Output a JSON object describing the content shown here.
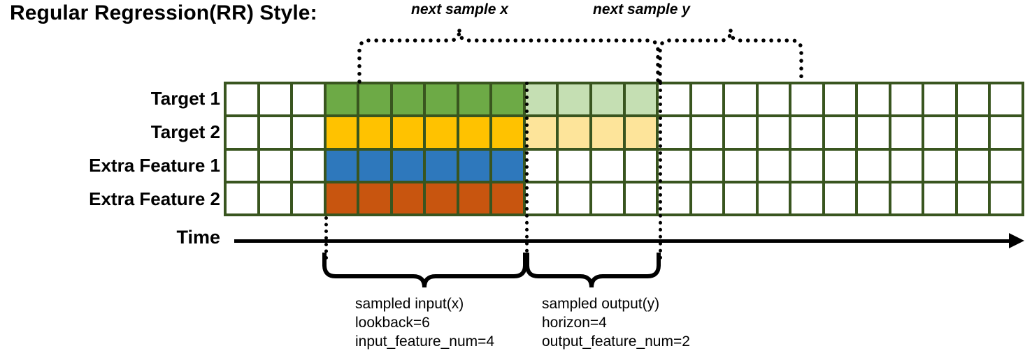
{
  "title": "Regular Regression(RR) Style:",
  "row_labels": [
    {
      "name": "Target 1",
      "color": "#6DAA46",
      "light_color": "#C5DFB3"
    },
    {
      "name": "Target 2",
      "color": "#FFC200",
      "light_color": "#FDE49A"
    },
    {
      "name": "Extra Feature 1",
      "color": "#2E78BC",
      "light_color": null
    },
    {
      "name": "Extra Feature 2",
      "color": "#C8550F",
      "light_color": null
    }
  ],
  "axis": {
    "label": "Time"
  },
  "top_braces": [
    {
      "label": "next sample x"
    },
    {
      "label": "next sample y"
    }
  ],
  "bottom_annotations": [
    {
      "line1": "sampled input(x)",
      "line2": "lookback=6",
      "line3": "input_feature_num=4"
    },
    {
      "line1": "sampled output(y)",
      "line2": "horizon=4",
      "line3": "output_feature_num=2"
    }
  ],
  "grid": {
    "columns": 24,
    "rows": 4,
    "border_color": "#39551F",
    "input_start_col": 3,
    "input_end_col": 9,
    "output_start_col": 9,
    "output_end_col": 13,
    "cells": [
      [
        "#ffffff",
        "#ffffff",
        "#ffffff",
        "#6DAA46",
        "#6DAA46",
        "#6DAA46",
        "#6DAA46",
        "#6DAA46",
        "#6DAA46",
        "#C5DFB3",
        "#C5DFB3",
        "#C5DFB3",
        "#C5DFB3",
        "#ffffff",
        "#ffffff",
        "#ffffff",
        "#ffffff",
        "#ffffff",
        "#ffffff",
        "#ffffff",
        "#ffffff",
        "#ffffff",
        "#ffffff",
        "#ffffff"
      ],
      [
        "#ffffff",
        "#ffffff",
        "#ffffff",
        "#FFC200",
        "#FFC200",
        "#FFC200",
        "#FFC200",
        "#FFC200",
        "#FFC200",
        "#FDE49A",
        "#FDE49A",
        "#FDE49A",
        "#FDE49A",
        "#ffffff",
        "#ffffff",
        "#ffffff",
        "#ffffff",
        "#ffffff",
        "#ffffff",
        "#ffffff",
        "#ffffff",
        "#ffffff",
        "#ffffff",
        "#ffffff"
      ],
      [
        "#ffffff",
        "#ffffff",
        "#ffffff",
        "#2E78BC",
        "#2E78BC",
        "#2E78BC",
        "#2E78BC",
        "#2E78BC",
        "#2E78BC",
        "#ffffff",
        "#ffffff",
        "#ffffff",
        "#ffffff",
        "#ffffff",
        "#ffffff",
        "#ffffff",
        "#ffffff",
        "#ffffff",
        "#ffffff",
        "#ffffff",
        "#ffffff",
        "#ffffff",
        "#ffffff",
        "#ffffff"
      ],
      [
        "#ffffff",
        "#ffffff",
        "#ffffff",
        "#C8550F",
        "#C8550F",
        "#C8550F",
        "#C8550F",
        "#C8550F",
        "#C8550F",
        "#ffffff",
        "#ffffff",
        "#ffffff",
        "#ffffff",
        "#ffffff",
        "#ffffff",
        "#ffffff",
        "#ffffff",
        "#ffffff",
        "#ffffff",
        "#ffffff",
        "#ffffff",
        "#ffffff",
        "#ffffff",
        "#ffffff"
      ]
    ]
  }
}
